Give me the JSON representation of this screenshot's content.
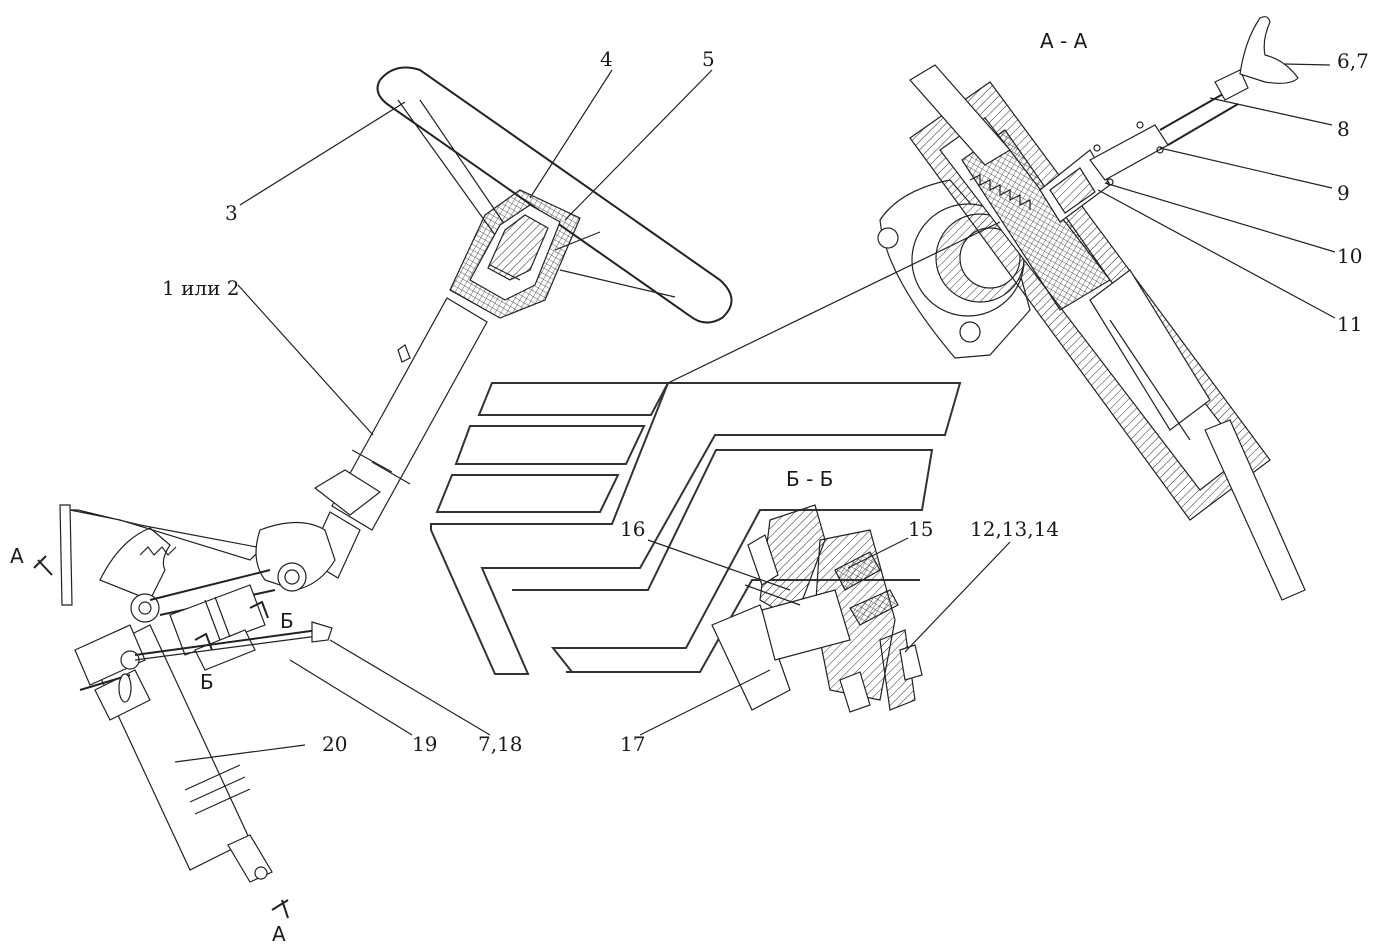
{
  "section_marks": {
    "aa_title": "А - А",
    "bb_title": "Б - Б",
    "a_letter": "А",
    "b_letter": "Б"
  },
  "callouts": [
    {
      "id": "1",
      "text": "1 или 2"
    },
    {
      "id": "3",
      "text": "3"
    },
    {
      "id": "4",
      "text": "4"
    },
    {
      "id": "5",
      "text": "5"
    },
    {
      "id": "6",
      "text": "6,7"
    },
    {
      "id": "8",
      "text": "8"
    },
    {
      "id": "9",
      "text": "9"
    },
    {
      "id": "10",
      "text": "10"
    },
    {
      "id": "11",
      "text": "11"
    },
    {
      "id": "12",
      "text": "12,13,14"
    },
    {
      "id": "15",
      "text": "15"
    },
    {
      "id": "16",
      "text": "16"
    },
    {
      "id": "17",
      "text": "17"
    },
    {
      "id": "19",
      "text": "19"
    },
    {
      "id": "7",
      "text": "7,18"
    },
    {
      "id": "20",
      "text": "20"
    }
  ],
  "colors": {
    "line": "#222222",
    "background": "#ffffff",
    "watermark": "#333333"
  }
}
